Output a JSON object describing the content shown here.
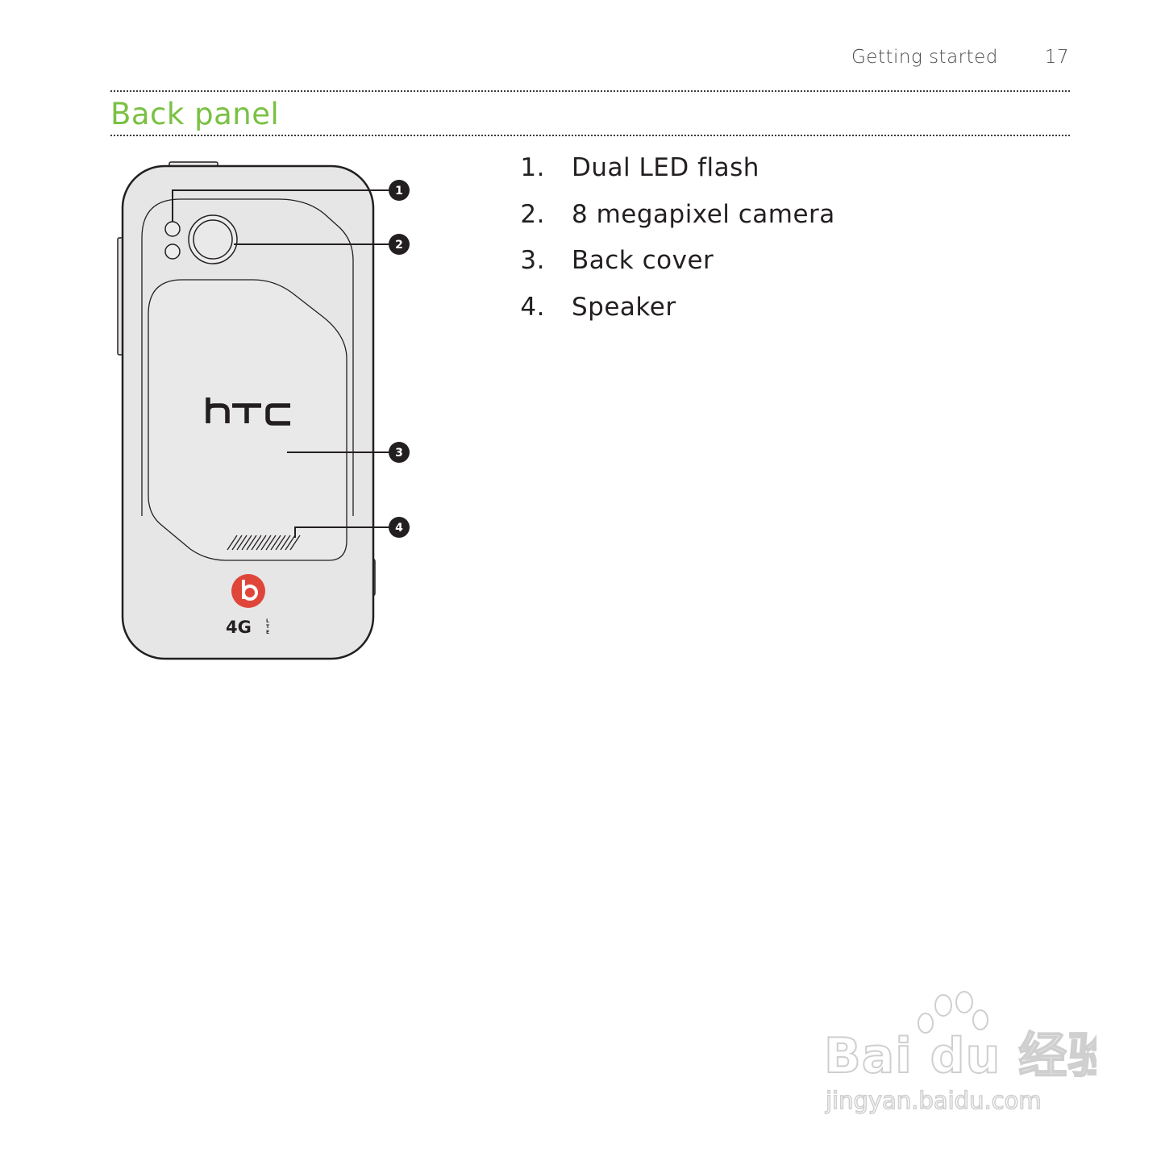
{
  "header": {
    "section": "Getting started",
    "page_number": "17"
  },
  "title": "Back panel",
  "figure": {
    "brand_logo": "htc",
    "sub_logo": "beats-logo",
    "network_mark": "4G LTE",
    "callouts": [
      "1",
      "2",
      "3",
      "4"
    ]
  },
  "parts": [
    {
      "num": "1.",
      "label": "Dual LED flash"
    },
    {
      "num": "2.",
      "label": "8 megapixel camera"
    },
    {
      "num": "3.",
      "label": "Back cover"
    },
    {
      "num": "4.",
      "label": "Speaker"
    }
  ],
  "watermark": {
    "brand": "Bai du 经验",
    "url": "jingyan.baidu.com"
  },
  "colors": {
    "title_green": "#7ac143",
    "beats_red": "#e0453a",
    "text": "#231f20"
  }
}
